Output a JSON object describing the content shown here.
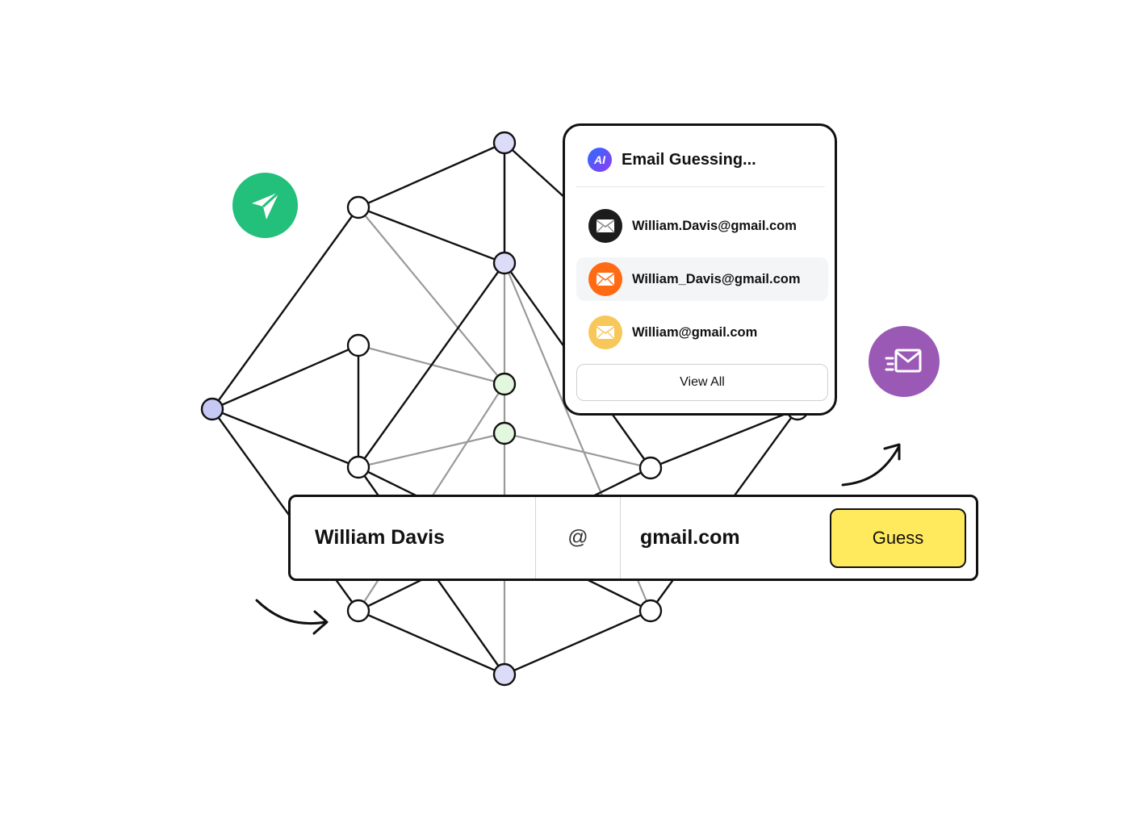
{
  "badges": {
    "send": {
      "icon": "paper-plane-icon",
      "color": "#22c07a"
    },
    "mail": {
      "icon": "fast-mail-icon",
      "color": "#9b59b6"
    }
  },
  "panel": {
    "logo_text": "AI",
    "logo_icon": "ai-logo-icon",
    "title": "Email Guessing...",
    "emails": [
      {
        "address": "William.Davis@gmail.com",
        "icon": "envelope-icon",
        "color": "#1c1c1c",
        "highlighted": false
      },
      {
        "address": "William_Davis@gmail.com",
        "icon": "envelope-icon",
        "color": "#ff6a13",
        "highlighted": true
      },
      {
        "address": "William@gmail.com",
        "icon": "envelope-icon",
        "color": "#f8c75a",
        "highlighted": false
      }
    ],
    "view_all_label": "View All"
  },
  "search": {
    "name_value": "William Davis",
    "at_symbol": "@",
    "domain_value": "gmail.com",
    "guess_label": "Guess",
    "guess_color": "#ffe95c"
  },
  "graph": {
    "node_colors": {
      "default": "#ffffff",
      "accent_blue": "#dcdcf8",
      "accent_green": "#e3f7de",
      "left_purple": "#c7c9f5"
    }
  }
}
